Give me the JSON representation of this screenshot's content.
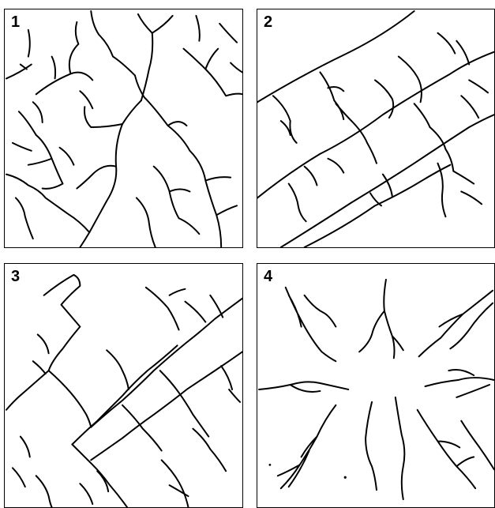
{
  "panels": [
    {
      "label": "1",
      "pattern": "dendritic"
    },
    {
      "label": "2",
      "pattern": "parallel-trellis"
    },
    {
      "label": "3",
      "pattern": "rectangular"
    },
    {
      "label": "4",
      "pattern": "radial"
    }
  ]
}
